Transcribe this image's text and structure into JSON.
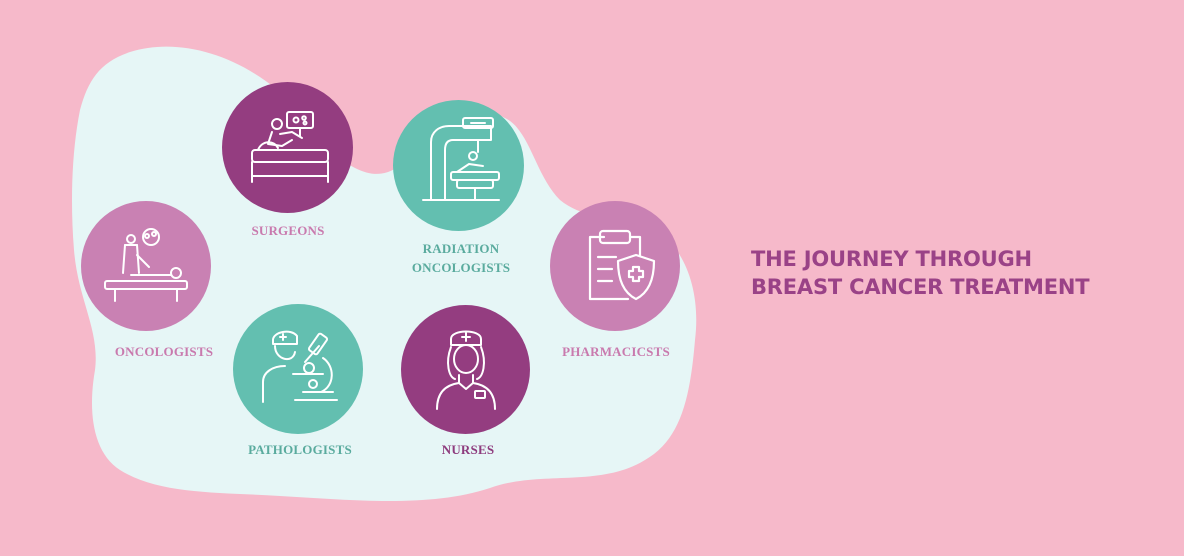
{
  "title": {
    "line1": "THE JOURNEY THROUGH",
    "line2": "BREAST CANCER TREATMENT"
  },
  "specialists": [
    {
      "label": "SURGEONS",
      "icon": "surgeon-bed-monitor-icon"
    },
    {
      "label": "RADIATION",
      "label2": "ONCOLOGISTS",
      "icon": "radiation-machine-icon"
    },
    {
      "label": "ONCOLOGISTS",
      "icon": "oncologist-patient-icon"
    },
    {
      "label": "PHARMACICSTS",
      "icon": "clipboard-shield-icon"
    },
    {
      "label": "PATHOLOGISTS",
      "icon": "pathologist-microscope-icon"
    },
    {
      "label": "NURSES",
      "icon": "nurse-icon"
    }
  ],
  "colors": {
    "background": "#f6b9ca",
    "blob": "#e6f6f6",
    "purple": "#943d80",
    "teal": "#63bfb0",
    "pink": "#c981b3",
    "title": "#9a4287",
    "purple_label": "#8e3c7e",
    "teal_label": "#5aab9e",
    "pink_label": "#c97aae"
  }
}
